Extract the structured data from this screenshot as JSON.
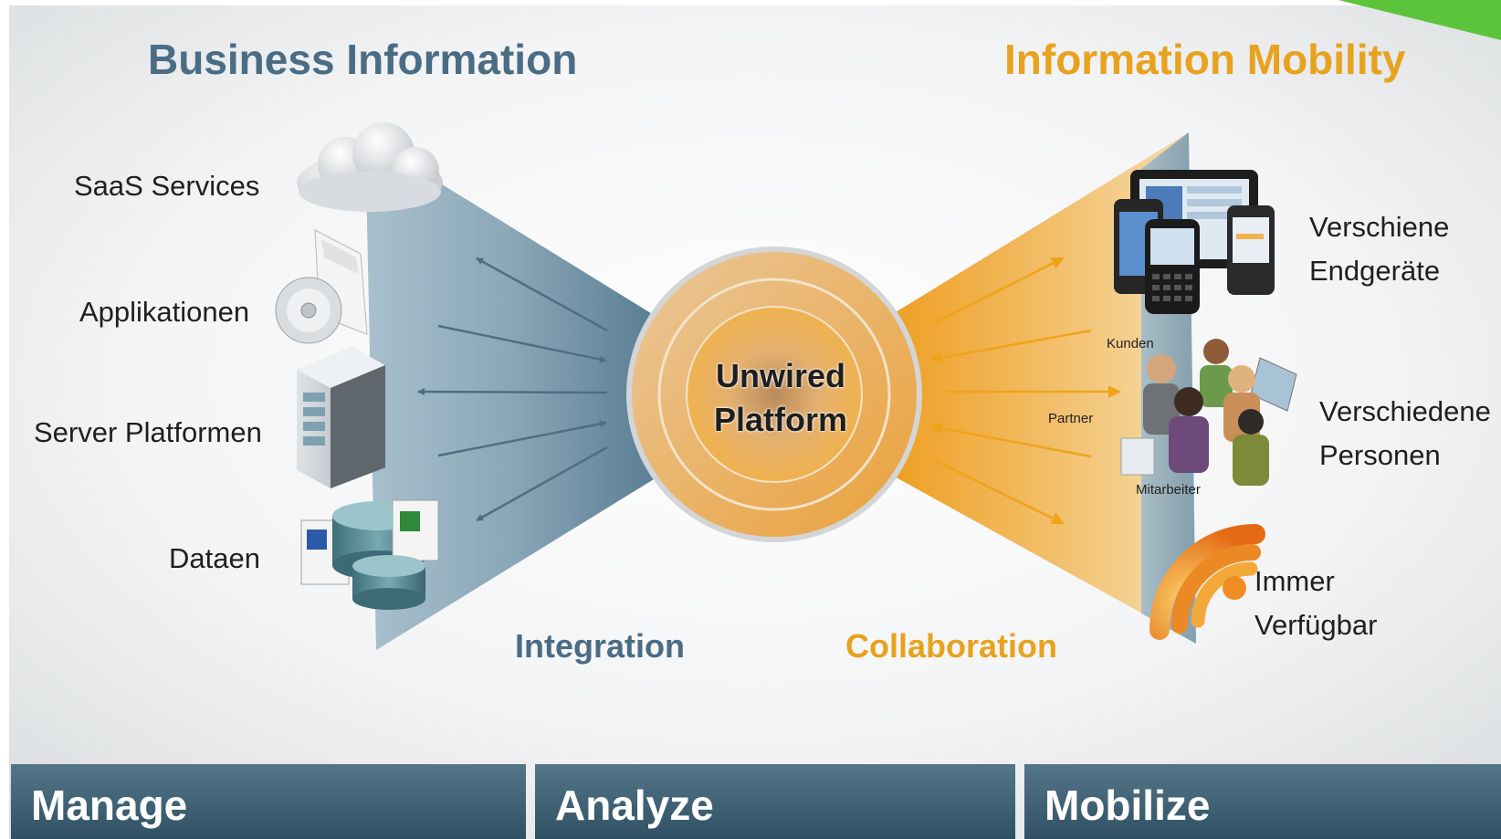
{
  "titles": {
    "left": "Business Information",
    "right": "Information Mobility"
  },
  "sources": {
    "saas": "SaaS Services",
    "apps": "Applikationen",
    "server": "Server Platformen",
    "data": "Dataen"
  },
  "targets": {
    "devices_line1": "Verschiene",
    "devices_line2": "Endgeräte",
    "people_line1": "Verschiedene",
    "people_line2": "Personen",
    "always_line1": "Immer",
    "always_line2": "Verfügbar"
  },
  "people_labels": {
    "kunden": "Kunden",
    "partner": "Partner",
    "mitarbeiter": "Mitarbeiter"
  },
  "platform": {
    "line1": "Unwired",
    "line2": "Platform"
  },
  "flows": {
    "integration": "Integration",
    "collaboration": "Collaboration"
  },
  "bars": {
    "manage": "Manage",
    "analyze": "Analyze",
    "mobilize": "Mobilize"
  },
  "colors": {
    "integration_blue": "#4a6c84",
    "mobility_orange": "#e7a21f",
    "bar_blue": "#3d5f71",
    "ribbon_green": "#5cc43a"
  }
}
